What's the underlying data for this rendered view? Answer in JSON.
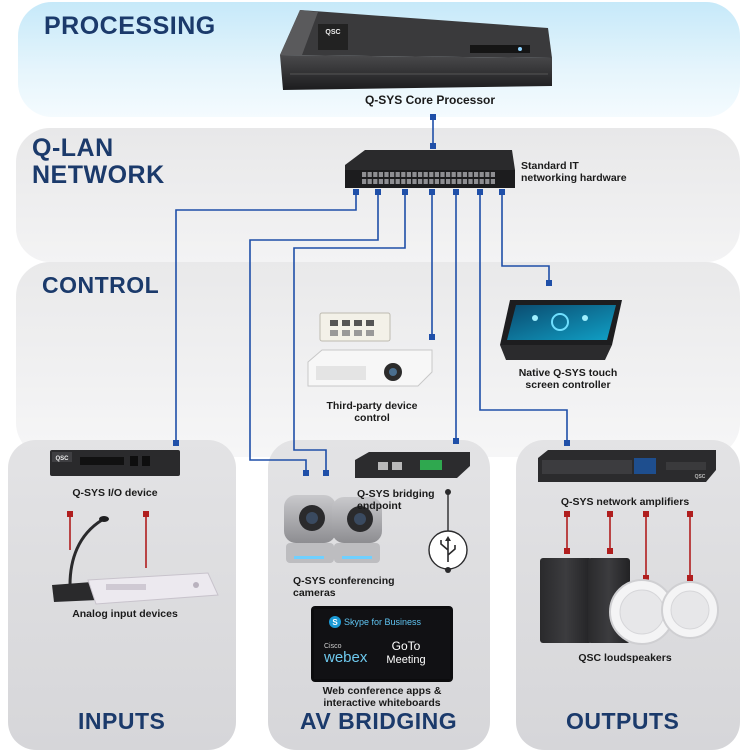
{
  "headings": {
    "processing": "PROCESSING",
    "network_line1": "Q-LAN",
    "network_line2": "NETWORK",
    "control": "CONTROL",
    "inputs": "INPUTS",
    "av_bridging": "AV BRIDGING",
    "outputs": "OUTPUTS"
  },
  "labels": {
    "core_processor": "Q-SYS Core Processor",
    "switch_line1": "Standard IT",
    "switch_line2": "networking hardware",
    "third_party_line1": "Third-party device",
    "third_party_line2": "control",
    "touch_line1": "Native Q-SYS touch",
    "touch_line2": "screen controller",
    "io_device": "Q-SYS I/O device",
    "analog_inputs": "Analog input devices",
    "bridging_line1": "Q-SYS bridging",
    "bridging_line2": "endpoint",
    "cameras_line1": "Q-SYS conferencing",
    "cameras_line2": "cameras",
    "webconf_line1": "Web conference apps &",
    "webconf_line2": "interactive whiteboards",
    "amplifiers": "Q-SYS network amplifiers",
    "loudspeakers": "QSC loudspeakers"
  },
  "device_text": {
    "core_brand": "QSC",
    "io_brand": "QSC",
    "amp_brand": "QSC",
    "skype": "Skype for Business",
    "cisco": "Cisco",
    "webex": "webex",
    "goto_line1": "GoTo",
    "goto_line2": "Meeting"
  },
  "colors": {
    "heading": "#1b3a6b",
    "network_line": "#1f4fa8",
    "analog_line": "#b01e1e",
    "processing_panel": "#c6e9f9",
    "panel_grey": "#e6e6e8"
  },
  "icons": [
    "usb-icon",
    "skype-icon"
  ]
}
